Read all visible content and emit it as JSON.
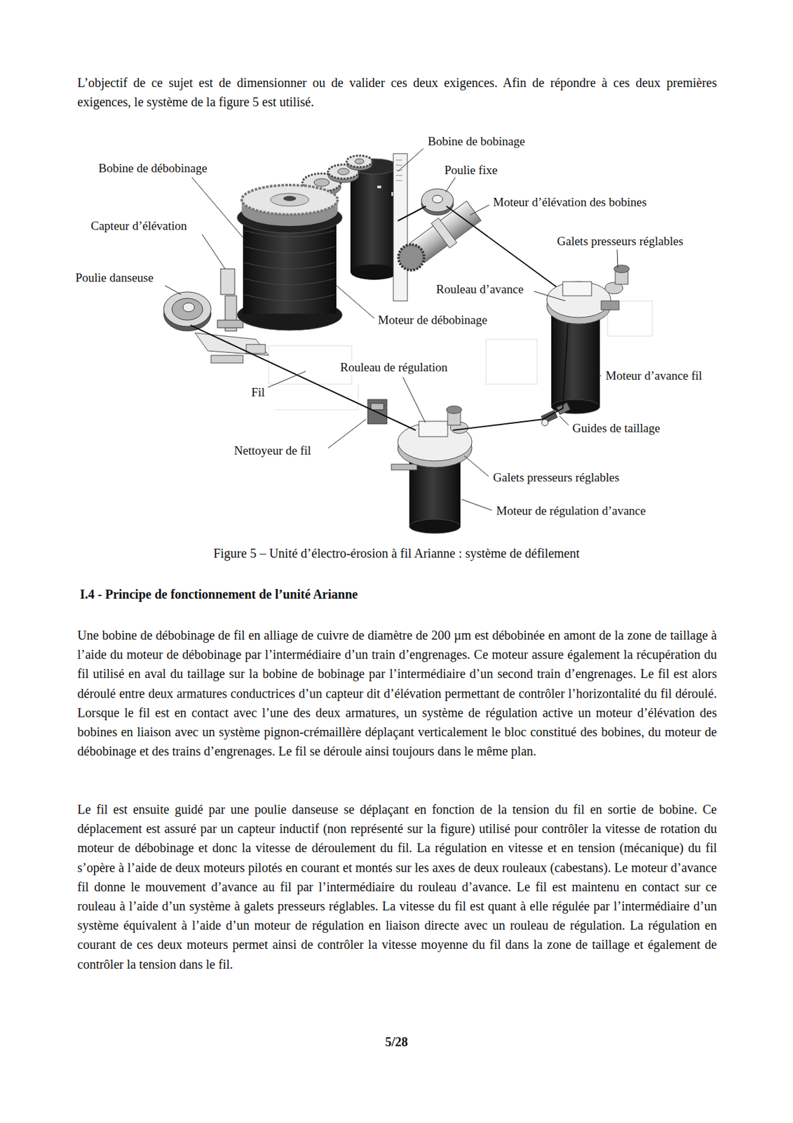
{
  "diagram": {
    "title": "I.4 - Principe de fonctionnement de l’unité Arianne",
    "caption": "Figure 5 – Unité d’électro-érosion à fil Arianne : système de défilement",
    "labels": [
      "L’objectif de ce sujet est de dimensionner ou de valider ces deux exigences. Afin de répondre à ces deux premières exigences, le système de la figure 5 est utilisé.",
      "Bobine de bobinage",
      "Bobine de débobinage",
      "Poulie fixe",
      "Moteur d’élévation des bobines",
      "Capteur d’élévation",
      "Galets presseurs réglables",
      "Poulie danseuse",
      "Rouleau d’avance",
      "Moteur de débobinage",
      "Rouleau de régulation",
      "Moteur d’avance fil",
      "Fil",
      "Guides de taillage",
      "Nettoyeur de fil",
      "Galets presseurs réglables",
      "Moteur de régulation d’avance",
      "Une bobine de débobinage de fil en alliage de cuivre de diamètre de 200 µm est débobinée en amont de la zone de taillage à l’aide du moteur de débobinage par l’intermédiaire d’un train d’engrenages. Ce moteur assure également la récupération du fil utilisé en aval du taillage sur la bobine de bobinage par l’intermédiaire d’un second train d’engrenages. Le fil est alors déroulé entre deux armatures conductrices d’un capteur dit d’élévation permettant de contrôler l’horizontalité du fil déroulé. Lorsque le fil est en contact avec l’une des deux armatures, un système de régulation active un moteur d’élévation des bobines en liaison avec un système pignon-crémaillère déplaçant verticalement le bloc constitué des bobines, du moteur de débobinage et des trains d’engrenages. Le fil se déroule ainsi toujours dans le même plan.",
      "Le fil est ensuite guidé par une poulie danseuse se déplaçant en fonction de la tension du fil en sortie de bobine. Ce déplacement est assuré par un capteur inductif (non représenté sur la figure) utilisé pour contrôler la vitesse de rotation du moteur de débobinage et donc la vitesse de déroulement du fil. La régulation en vitesse et en tension (mécanique) du fil s’opère à l’aide de deux moteurs pilotés en courant et montés sur les axes de deux rouleaux (cabestans). Le moteur d’avance fil donne le mouvement d’avance au fil par l’intermédiaire du rouleau d’avance. Le fil est maintenu en contact sur ce rouleau à l’aide d’un système à galets presseurs réglables. La vitesse du fil est quant à elle régulée par l’intermédiaire d’un système équivalent à l’aide d’un moteur de régulation en liaison directe avec un rouleau de régulation. La régulation en courant de ces deux moteurs permet ainsi de contrôler la vitesse moyenne du fil dans la zone de taillage et également de contrôler la tension dans le fil.",
      "5/28"
    ]
  }
}
